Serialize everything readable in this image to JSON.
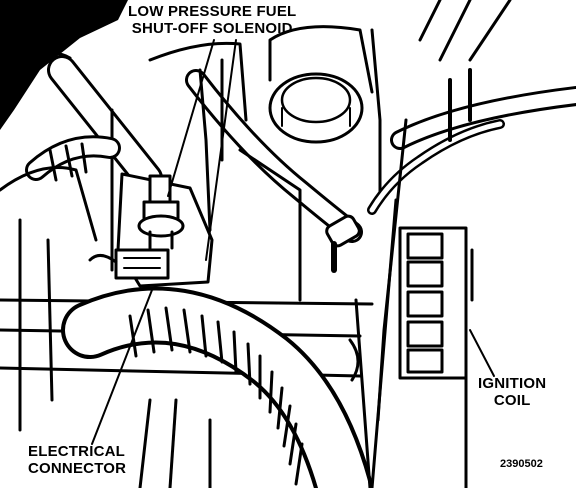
{
  "labels": {
    "solenoid": [
      "LOW PRESSURE FUEL",
      "SHUT-OFF SOLENOID"
    ],
    "ignition_coil": [
      "IGNITION",
      "COIL"
    ],
    "electrical_connector": [
      "ELECTRICAL",
      "CONNECTOR"
    ]
  },
  "figure_number": "2390502",
  "colors": {
    "ink": "#000000",
    "paper": "#ffffff"
  }
}
